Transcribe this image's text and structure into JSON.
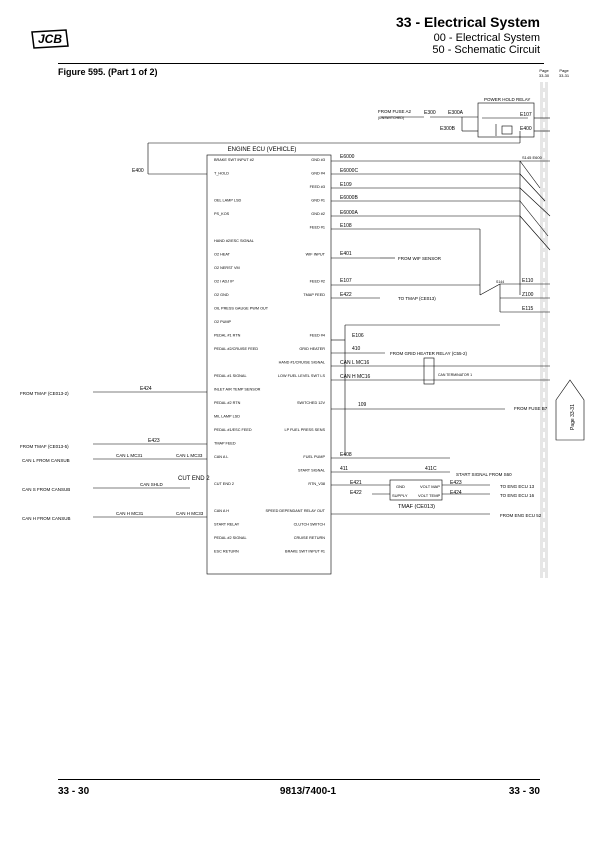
{
  "header": {
    "title": "33 - Electrical System",
    "subtitle1": "00 - Electrical System",
    "subtitle2": "50 - Schematic Circuit"
  },
  "brand": {
    "logo_text": "JCB"
  },
  "figure": {
    "caption": "Figure 595. (Part 1 of 2)"
  },
  "page_tabs": {
    "left": {
      "label": "Page",
      "value": "33-30"
    },
    "right": {
      "label": "Page",
      "value": "33-31"
    }
  },
  "ecu": {
    "title": "ENGINE ECU (VEHICLE)",
    "left_pins": [
      "BRAKE SWT INPUT #2",
      "T_HOLD",
      "",
      "OEL LAMP LSD",
      "PS_KOS",
      "",
      "HAND #2/ESC SIGNAL",
      "O2 HEAT",
      "O2 NERST VM",
      "O2 I ADJ IP",
      "O2 GND",
      "OIL PRESS GAUGE PWM OUT",
      "O2 PUMP",
      "PEDAL #1 RTN",
      "PEDAL #2/CRUISE FEED",
      "",
      "PEDAL #1 SIGNAL",
      "INLET AIR TEMP SENSOR",
      "PEDAL #2 RTN",
      "MIL LAMP LSD",
      "PEDAL #1/ESC FEED",
      "TMAP FEED",
      "CAN A L",
      "",
      "CUT END 2",
      "",
      "CAN A H",
      "START RELAY",
      "PEDAL #2 SIGNAL",
      "ESC RETURN",
      ""
    ],
    "right_pins": [
      "GND #3",
      "GND #4",
      "FEED #3",
      "GND #1",
      "GND #2",
      "FEED #1",
      "",
      "WIF INPUT",
      "",
      "FEED #2",
      "TMAP FEED",
      "",
      "",
      "FEED #4",
      "GRID HEATER",
      "HAND #1/CRUISE SIGNAL",
      "LOW FUEL LEVEL SWT LS",
      "",
      "SWITCHED 12V",
      "",
      "LP FUEL PRESS SENS",
      "",
      "FUEL PUMP",
      "START SIGNAL",
      "RTN_V38",
      "",
      "SPEED DEPENDANT RELAY OUT",
      "CLUTCH SWITCH",
      "CRUISE RETURN",
      "BRAKE SWT INPUT #1",
      ""
    ]
  },
  "wires": {
    "E300": "E300",
    "E300A": "E300A",
    "E300B": "E300B",
    "E107": "E107",
    "E400": "E400",
    "E6000": "E6000",
    "E6000C": "E6000C",
    "E109": "E109",
    "E6000B": "E6000B",
    "E6000A": "E6000A",
    "E108": "E108",
    "E401": "E401",
    "E422": "E422",
    "E106": "E106",
    "410": "410",
    "CAN_L_MC16": "CAN L MC16",
    "CAN_H_MC16": "CAN H MC16",
    "109": "109",
    "E424": "E424",
    "E423": "E423",
    "E408": "E408",
    "411": "411",
    "411C": "411C",
    "E421": "E421",
    "E110": "E110",
    "Z100": "Z100",
    "E115": "E115",
    "S-E600": "S145 E600",
    "S144": "S144",
    "E6000_2": "E6000"
  },
  "labels": {
    "fuse_a2": "FROM FUSE A2",
    "fuse_a2_sub": "(UNSWITCHED)",
    "power_hold_relay": "POWER HOLD RELAY",
    "from_wif": "FROM WIF SENSOR",
    "to_tmap": "TO TMAP (CE013)",
    "grid_heater": "FROM GRID HEATER RELAY (C55-2)",
    "terminator": "CAN TERMINATOR 1",
    "fuse_b7": "FROM FUSE B7",
    "start_signal": "START SIGNAL FROM S60",
    "to_eng_ecu_13": "TO ENG ECU 13",
    "to_eng_ecu_16": "TO ENG ECU 16",
    "from_eng_ecu_52": "FROM ENG ECU 52",
    "tmaf_ce013": "TMAF (CE013)",
    "gnd": "GND",
    "volt_map": "VOLT MAP",
    "supply": "SUPPLY",
    "volt_temp": "VOLT TEMP",
    "from_tmaf_2": "FROM TMAF (CE013-2)",
    "from_tmaf_5": "FROM TMAF (CE013-5)",
    "can_l_from": "CAN L FROM CANSUB",
    "can_s_from": "CAN S FROM CANSUB",
    "can_h_from": "CAN H FROM CANSUB",
    "can_l_mc31": "CAN L MC31",
    "can_l_mc33": "CAN L MC33",
    "can_shld": "CAN SHLD",
    "cut_end_2": "CUT END 2",
    "can_h_mc31": "CAN H MC31",
    "can_h_mc33": "CAN H MC33",
    "page_ref": "Page 33-31"
  },
  "footer": {
    "left": "33 - 30",
    "center": "9813/7400-1",
    "right": "33 - 30"
  }
}
